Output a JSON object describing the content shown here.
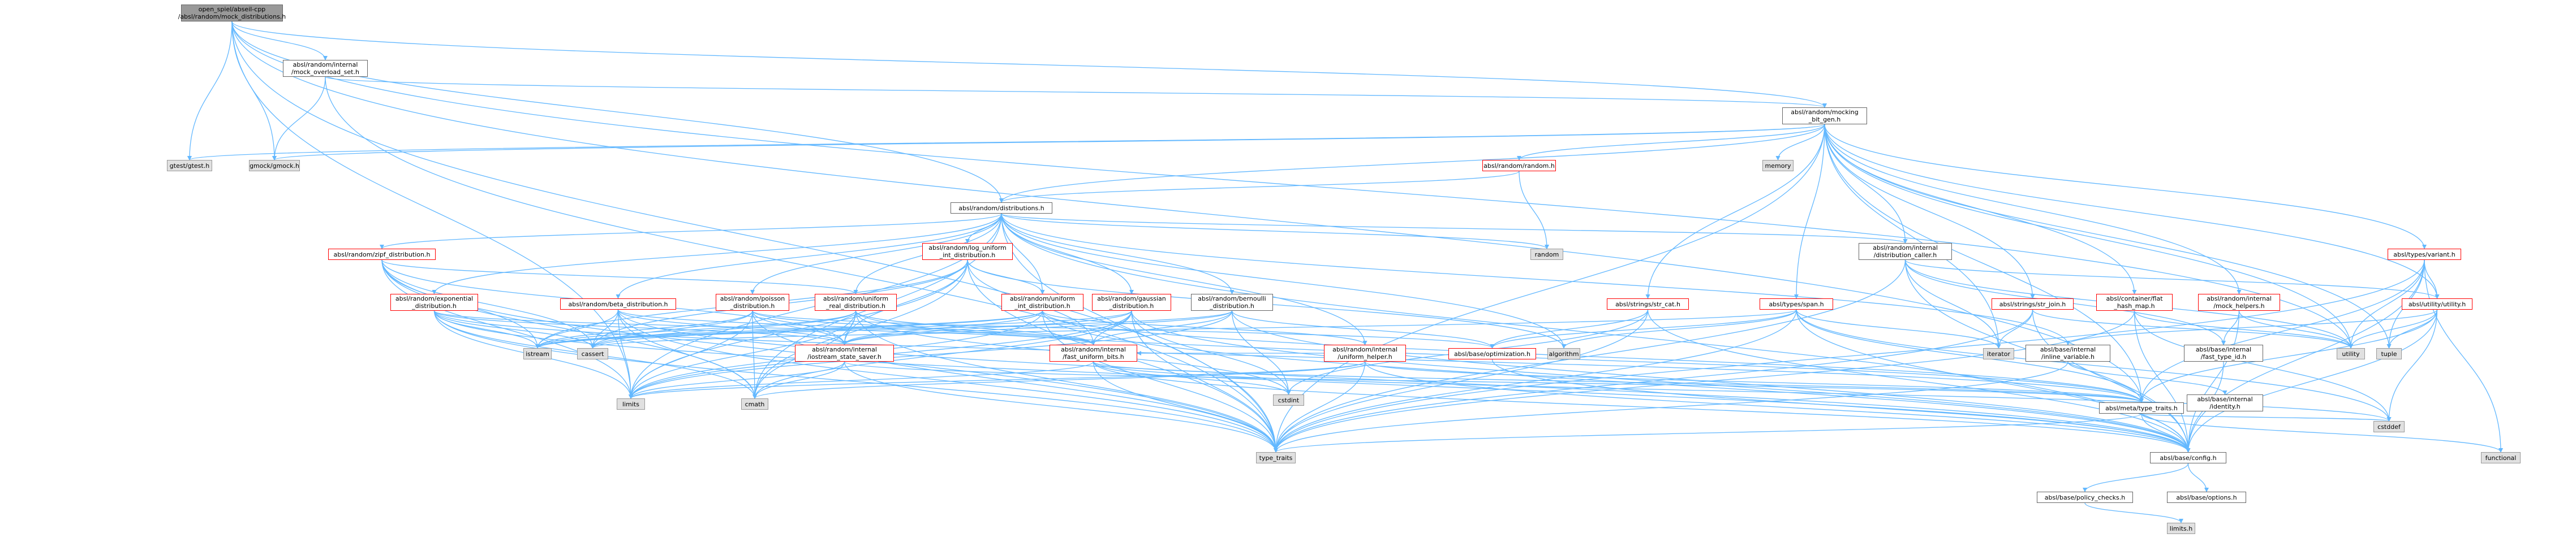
{
  "nodes": {
    "root": "open_spiel/abseil-cpp\n/absl/random/mock_distributions.h",
    "mock_overload_set": "absl/random/internal\n/mock_overload_set.h",
    "mocking_bit_gen": "absl/random/mocking\n_bit_gen.h",
    "gtest": "gtest/gtest.h",
    "gmock": "gmock/gmock.h",
    "memory": "memory",
    "random_h": "absl/random/random.h",
    "distributions": "absl/random/distributions.h",
    "random_std": "random",
    "zipf": "absl/random/zipf_distribution.h",
    "log_uniform": "absl/random/log_uniform\n_int_distribution.h",
    "exponential": "absl/random/exponential\n_distribution.h",
    "beta": "absl/random/beta_distribution.h",
    "poisson": "absl/random/poisson\n_distribution.h",
    "uniform_real": "absl/random/uniform\n_real_distribution.h",
    "uniform_int": "absl/random/uniform\n_int_distribution.h",
    "gaussian": "absl/random/gaussian\n_distribution.h",
    "bernoulli": "absl/random/bernoulli\n_distribution.h",
    "uniform_helper": "absl/random/internal\n/uniform_helper.h",
    "distribution_caller": "absl/random/internal\n/distribution_caller.h",
    "str_cat": "absl/strings/str_cat.h",
    "span": "absl/types/span.h",
    "str_join": "absl/strings/str_join.h",
    "flat_hash_map": "absl/container/flat\n_hash_map.h",
    "mock_helpers": "absl/random/internal\n/mock_helpers.h",
    "variant": "absl/types/variant.h",
    "utility_h": "absl/utility/utility.h",
    "istream": "istream",
    "cassert": "cassert",
    "iostream_state_saver": "absl/random/internal\n/iostream_state_saver.h",
    "fast_uniform_bits": "absl/random/internal\n/fast_uniform_bits.h",
    "optimization": "absl/base/optimization.h",
    "algorithm": "algorithm",
    "iterator": "iterator",
    "inline_variable": "absl/base/internal\n/inline_variable.h",
    "fast_type_id": "absl/base/internal\n/fast_type_id.h",
    "utility_std": "utility",
    "tuple": "tuple",
    "limits": "limits",
    "cmath": "cmath",
    "cstdint": "cstdint",
    "type_traits_h": "absl/meta/type_traits.h",
    "identity": "absl/base/internal\n/identity.h",
    "cstddef": "cstddef",
    "functional": "functional",
    "type_traits": "type_traits",
    "config": "absl/base/config.h",
    "policy_checks": "absl/base/policy_checks.h",
    "options": "absl/base/options.h",
    "limits_h": "limits.h"
  }
}
